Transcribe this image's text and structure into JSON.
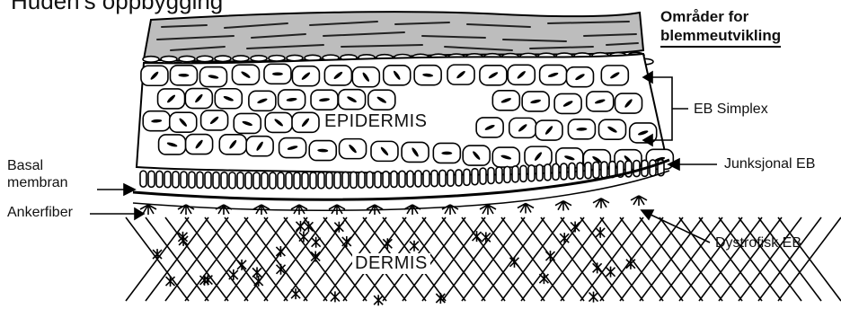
{
  "title": "Huden's oppbygging",
  "legend": {
    "line1": "Områder for",
    "line2": "blemmeutvikling"
  },
  "layers": {
    "epidermis": "EPIDERMIS",
    "dermis": "DERMIS"
  },
  "labels": {
    "eb_simplex": "EB Simplex",
    "junksjonal_eb": "Junksjonal EB",
    "dystrofisk_eb": "Dystrofisk EB",
    "basal_line1": "Basal",
    "basal_line2": "membran",
    "ankerfiber": "Ankerfiber"
  }
}
